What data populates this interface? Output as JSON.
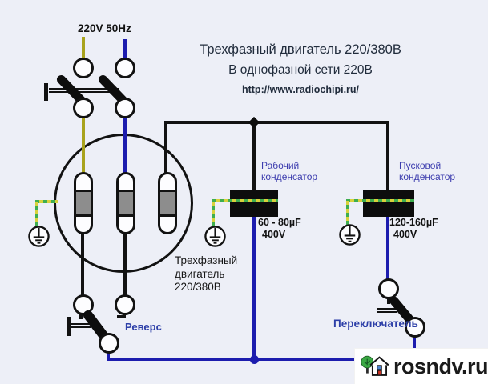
{
  "supply": {
    "label": "220V 50Hz"
  },
  "title": {
    "line1": "Трехфазный двигатель 220/380В",
    "line2": "В однофазной сети 220В",
    "url": "http://www.radiochipi.ru/"
  },
  "working_capacitor": {
    "name_line1": "Рабочий",
    "name_line2": "конденсатор",
    "value": "60 - 80µF",
    "voltage": "400V"
  },
  "starting_capacitor": {
    "name_line1": "Пусковой",
    "name_line2": "конденсатор",
    "value": "120-160µF",
    "voltage": "400V"
  },
  "motor": {
    "label_line1": "Трехфазный",
    "label_line2": "двигатель",
    "label_line3": "220/380В"
  },
  "reverse_switch": {
    "label": "Реверс"
  },
  "selector_switch": {
    "label": "Переключатель"
  },
  "watermark": {
    "site": "rosndv.ru"
  },
  "colors": {
    "background": "#edeff7",
    "line_black": "#121212",
    "phase_yellow": "#a9a31d",
    "phase_blue": "#1c1cae",
    "ground_green": "#3fae4f",
    "ground_yellow": "#d8d23c",
    "winding_gray": "#8d8d8d",
    "title_navy": "#212c3c",
    "label_blue": "#2d3fa8",
    "cap_label_blue": "#3c3cae"
  }
}
